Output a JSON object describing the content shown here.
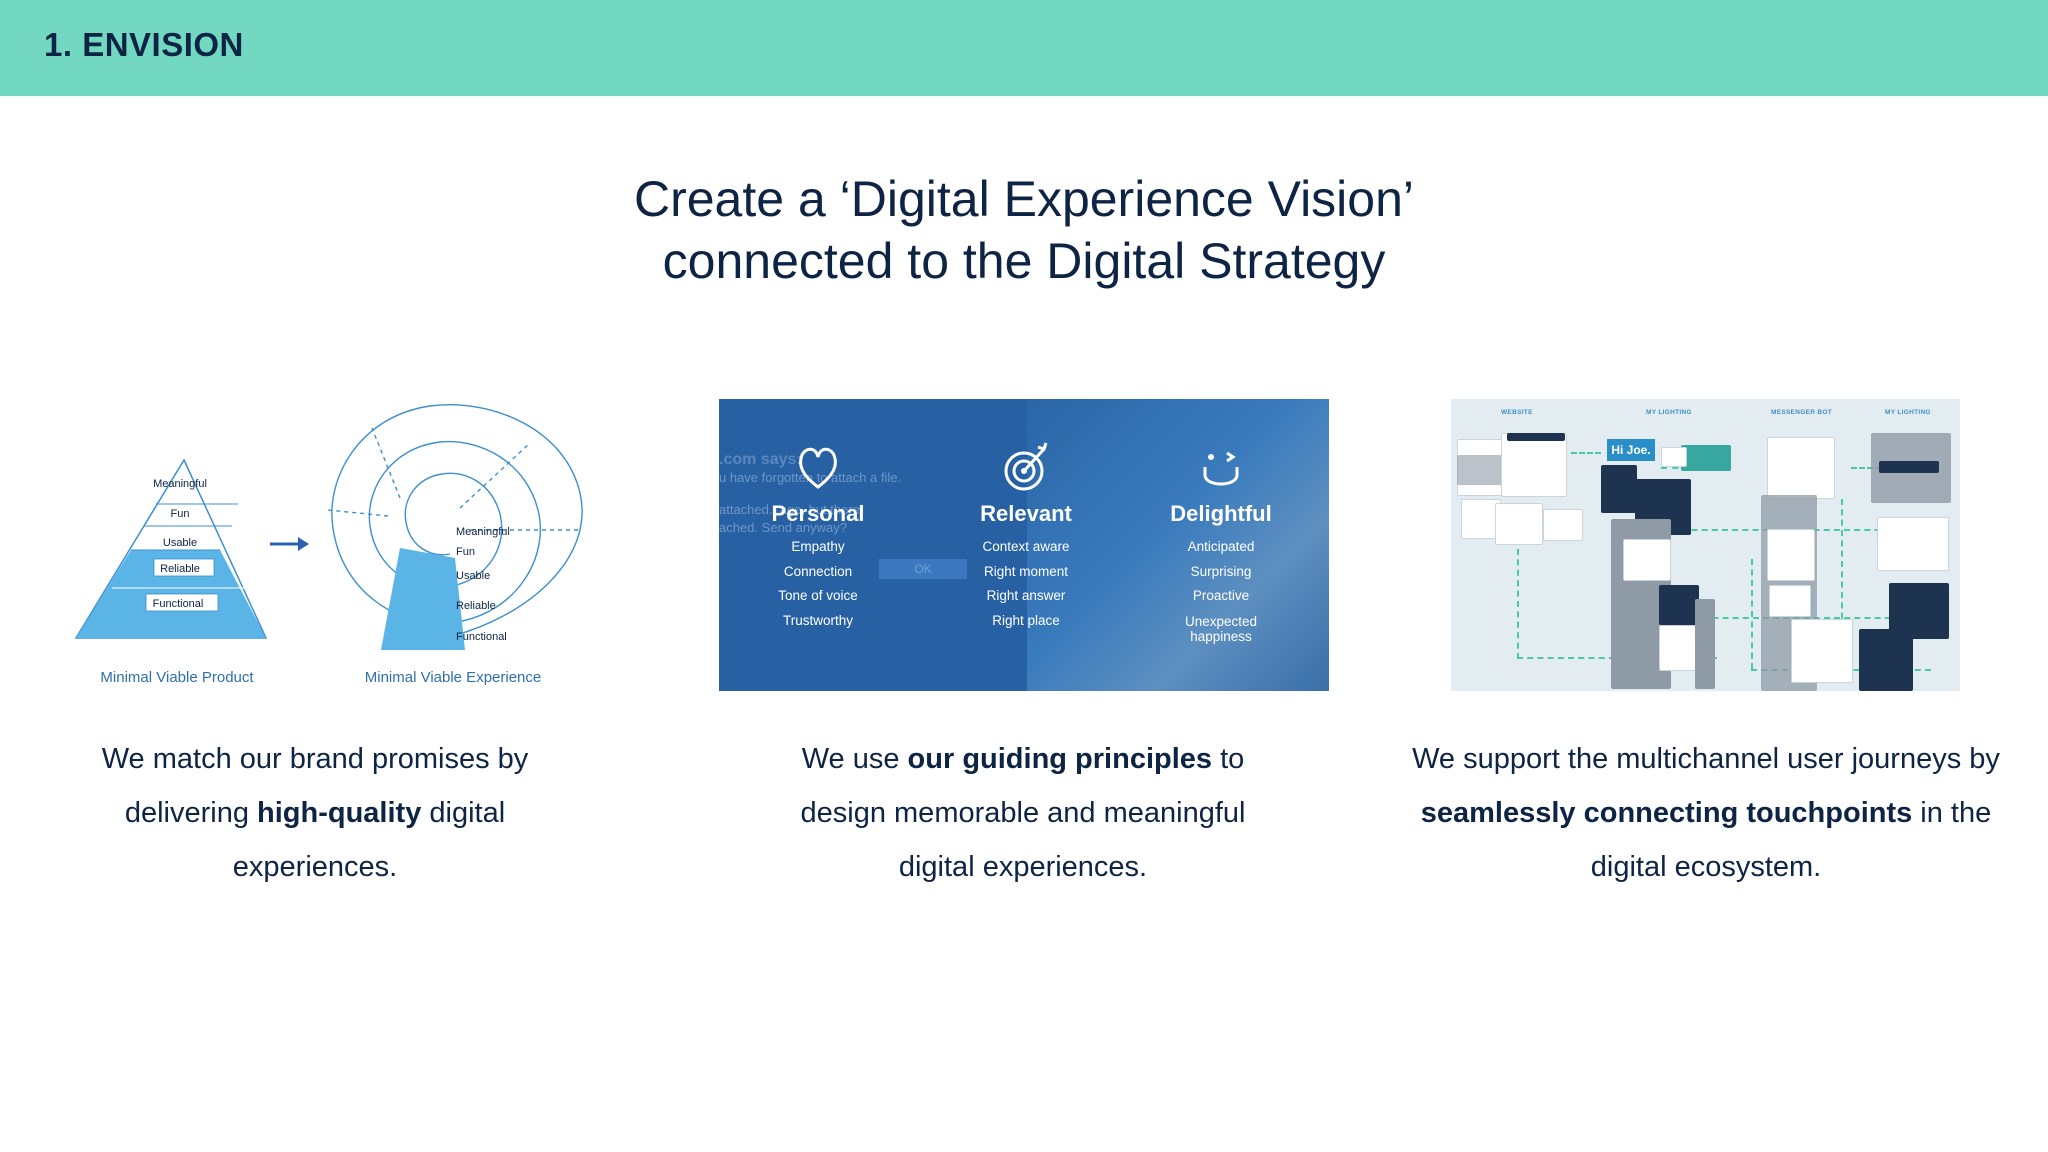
{
  "header": {
    "section_label": "1. ENVISION"
  },
  "headline": {
    "line1": "Create a ‘Digital Experience Vision’",
    "line2": "connected to the Digital Strategy"
  },
  "colors": {
    "accent_teal": "#73d8c2",
    "navy": "#0e2444",
    "blue_panel": "#2e6db0",
    "diagram_blue": "#5bb4e6"
  },
  "panel1": {
    "pyramid_levels": [
      "Meaningful",
      "Fun",
      "Usable",
      "Reliable",
      "Functional"
    ],
    "spiral_levels": [
      "Meaningful",
      "Fun",
      "Usable",
      "Reliable",
      "Functional"
    ],
    "left_caption": "Minimal Viable Product",
    "right_caption": "Minimal Viable Experience",
    "arrow_icon": "arrow-right-icon"
  },
  "panel2": {
    "ghost_text": [
      ".com says:",
      "u have forgotten to attach a file.",
      "attached...age, but there",
      "ached. Send anyway?"
    ],
    "ghost_button": "OK",
    "principles": [
      {
        "icon": "heart-icon",
        "title": "Personal",
        "items": [
          "Empathy",
          "Connection",
          "Tone of voice",
          "Trustworthy"
        ]
      },
      {
        "icon": "target-icon",
        "title": "Relevant",
        "items": [
          "Context aware",
          "Right moment",
          "Right answer",
          "Right place"
        ]
      },
      {
        "icon": "smile-icon",
        "title": "Delightful",
        "items": [
          "Anticipated",
          "Surprising",
          "Proactive",
          "Unexpected",
          "happiness"
        ]
      }
    ]
  },
  "panel3": {
    "lanes": [
      "WEBSITE",
      "MY LIGHTING",
      "MESSENGER BOT",
      "MY LIGHTING"
    ],
    "greeting": "Hi Joe."
  },
  "captions": {
    "c1": {
      "pre": "We match our brand promises by delivering ",
      "bold": "high-quality",
      "post": " digital experiences."
    },
    "c2": {
      "pre": "We use ",
      "bold": "our guiding principles",
      "post": " to design memorable and meaningful digital experiences."
    },
    "c3": {
      "pre": "We support the multichannel user journeys by ",
      "bold": "seamlessly connecting touchpoints",
      "post": " in the digital ecosystem."
    }
  }
}
